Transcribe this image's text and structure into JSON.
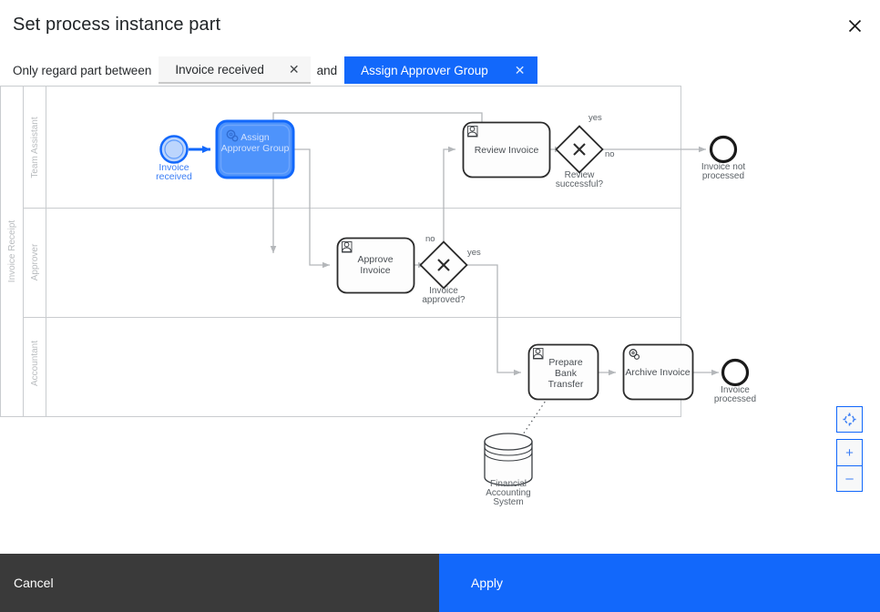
{
  "dialog": {
    "title": "Set process instance part",
    "close_icon": "close-icon"
  },
  "filter": {
    "prefix_label": "Only regard part between",
    "middle_label": "and",
    "start_chip": {
      "label": "Invoice received",
      "remove_icon": "close-icon"
    },
    "end_chip": {
      "label": "Assign Approver Group",
      "remove_icon": "close-icon"
    }
  },
  "zoom_controls": {
    "reset": {
      "icon": "crosshair-reset-icon",
      "label": ""
    },
    "zoom_in": {
      "icon": "plus-icon",
      "label": "+"
    },
    "zoom_out": {
      "icon": "minus-icon",
      "label": "–"
    }
  },
  "footer": {
    "cancel_label": "Cancel",
    "apply_label": "Apply"
  },
  "diagram": {
    "pool": {
      "name": "Invoice Receipt"
    },
    "lanes": [
      {
        "name": "Team Assistant"
      },
      {
        "name": "Approver"
      },
      {
        "name": "Accountant"
      }
    ],
    "nodes": {
      "start_event": {
        "label": "Invoice\nreceived",
        "line1": "Invoice",
        "line2": "received",
        "type": "start-event",
        "selected": true
      },
      "assign_approver_group": {
        "line1": "Assign",
        "line2": "Approver Group",
        "type": "service-task",
        "selected": true,
        "icon": "gears-icon"
      },
      "review_invoice": {
        "label": "Review Invoice",
        "type": "user-task",
        "icon": "user-icon"
      },
      "review_successful": {
        "line1": "Review",
        "line2": "successful?",
        "type": "exclusive-gateway"
      },
      "invoice_not_processed": {
        "line1": "Invoice not",
        "line2": "processed",
        "type": "end-event"
      },
      "approve_invoice": {
        "line1": "Approve",
        "line2": "Invoice",
        "type": "user-task",
        "icon": "user-icon"
      },
      "invoice_approved": {
        "line1": "Invoice",
        "line2": "approved?",
        "type": "exclusive-gateway"
      },
      "prepare_bank_transfer": {
        "line1": "Prepare",
        "line2": "Bank",
        "line3": "Transfer",
        "type": "user-task",
        "icon": "user-icon"
      },
      "archive_invoice": {
        "label": "Archive Invoice",
        "type": "service-task",
        "icon": "gears-icon"
      },
      "invoice_processed": {
        "line1": "Invoice",
        "line2": "processed",
        "type": "end-event"
      },
      "financial_accounting_system": {
        "line1": "Financial",
        "line2": "Accounting",
        "line3": "System",
        "type": "data-store"
      }
    },
    "flow_labels": {
      "review_yes": "yes",
      "review_no": "no",
      "approved_yes": "yes",
      "approved_no": "no"
    }
  },
  "colors": {
    "accent": "#1268fb",
    "accent_light": "#3b7ef5",
    "selection_fill": "#4e93fb",
    "footer_dark": "#3a3a3a",
    "chip_plain_bg": "#f6f6f6",
    "bpmn_stroke": "#2b2b2b",
    "bpmn_flow": "#b4b7ba",
    "lane_stroke": "#c9cccf",
    "lane_text": "#b9bcbf"
  }
}
